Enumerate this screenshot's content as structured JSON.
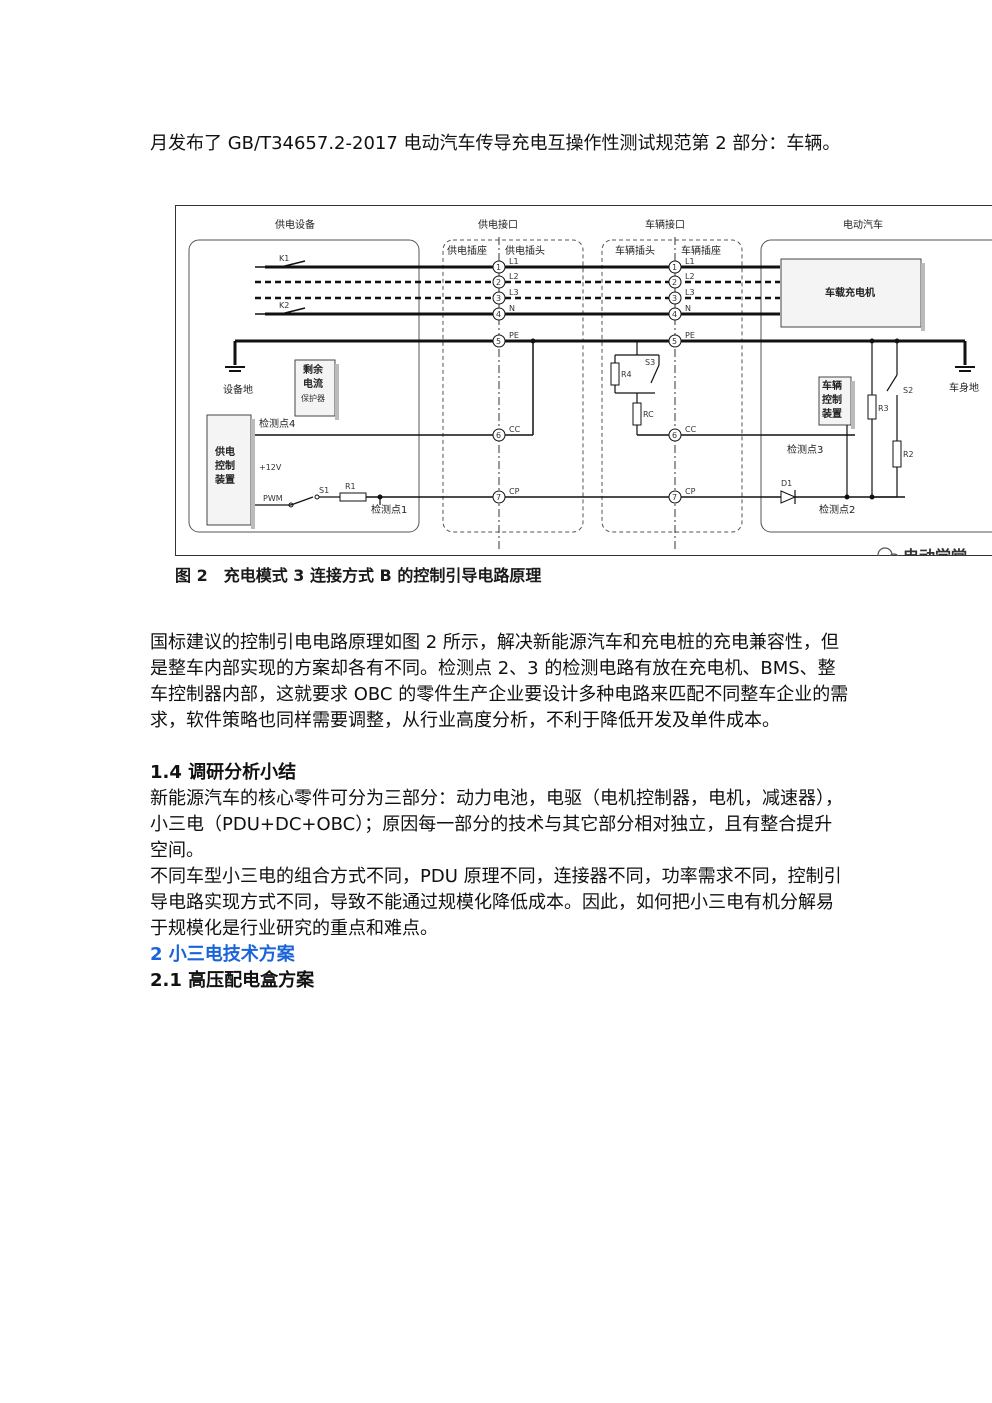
{
  "intro": "月发布了 GB/T34657.2-2017 电动汽车传导充电互操作性测试规范第 2 部分：车辆。",
  "figure": {
    "sections": {
      "supply_equipment": "供电设备",
      "supply_interface": "供电接口",
      "vehicle_interface": "车辆接口",
      "ev": "电动汽车"
    },
    "sub": {
      "supply_socket": "供电插座",
      "supply_plug": "供电插头",
      "vehicle_plug": "车辆插头",
      "vehicle_socket": "车辆插座"
    },
    "labels": {
      "k1": "K1",
      "k2": "K2",
      "equip_ground": "设备地",
      "rcd_1": "剩余",
      "rcd_2": "电流",
      "rcd_3": "保护器",
      "detect4": "检测点4",
      "supply_ctrl_1": "供电",
      "supply_ctrl_2": "控制",
      "supply_ctrl_3": "装置",
      "v12": "+12V",
      "pwm": "PWM",
      "s1": "S1",
      "r1": "R1",
      "detect1": "检测点1",
      "obc": "车载充电机",
      "body_ground": "车身地",
      "vcu_1": "车辆",
      "vcu_2": "控制",
      "vcu_3": "装置",
      "detect3": "检测点3",
      "detect2": "检测点2",
      "s3": "S3",
      "r4": "R4",
      "rc": "RC",
      "s2": "S2",
      "r3": "R3",
      "r2": "R2",
      "d1": "D1"
    },
    "pins": [
      "1",
      "2",
      "3",
      "4",
      "5",
      "6",
      "7"
    ],
    "lines": [
      "L1",
      "L2",
      "L3",
      "N",
      "PE",
      "CC",
      "CP"
    ],
    "watermark": "电动学堂"
  },
  "caption": "图 2　充电模式 3 连接方式 B 的控制引导电路原理",
  "body1": "国标建议的控制引电电路原理如图 2 所示，解决新能源汽车和充电桩的充电兼容性，但是整车内部实现的方案却各有不同。检测点 2、3 的检测电路有放在充电机、BMS、整车控制器内部，这就要求 OBC 的零件生产企业要设计多种电路来匹配不同整车企业的需求，软件策略也同样需要调整，从行业高度分析，不利于降低开发及单件成本。",
  "heading_1_4": "1.4 调研分析小结",
  "body2": "新能源汽车的核心零件可分为三部分：动力电池，电驱（电机控制器，电机，减速器），小三电（PDU+DC+OBC）；原因每一部分的技术与其它部分相对独立，且有整合提升空间。",
  "body3": "不同车型小三电的组合方式不同，PDU 原理不同，连接器不同，功率需求不同，控制引导电路实现方式不同，导致不能通过规模化降低成本。因此，如何把小三电有机分解易于规模化是行业研究的重点和难点。",
  "heading_2": "2 小三电技术方案",
  "heading_2_1": "2.1 高压配电盒方案"
}
